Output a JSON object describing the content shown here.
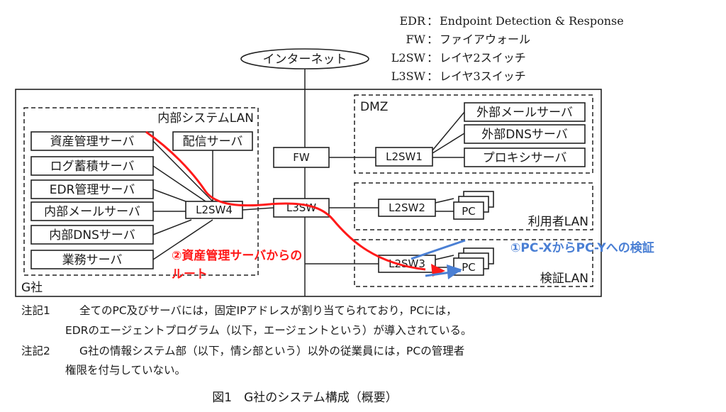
{
  "legend": [
    {
      "abbr": "EDR",
      "sep": "：",
      "desc": "Endpoint Detection & Response"
    },
    {
      "abbr": "FW",
      "sep": "：",
      "desc": "ファイアウォール"
    },
    {
      "abbr": "L2SW",
      "sep": "：",
      "desc": "レイヤ2スイッチ"
    },
    {
      "abbr": "L3SW",
      "sep": "：",
      "desc": "レイヤ3スイッチ"
    }
  ],
  "internet": "インターネット",
  "company": "G社",
  "internal_lan": {
    "label": "内部システムLAN",
    "servers": [
      "資産管理サーバ",
      "ログ蓄積サーバ",
      "EDR管理サーバ",
      "内部メールサーバ",
      "内部DNSサーバ",
      "業務サーバ"
    ],
    "delivery_server": "配信サーバ",
    "switch": "L2SW4"
  },
  "dmz": {
    "label": "DMZ",
    "switch": "L2SW1",
    "servers": [
      "外部メールサーバ",
      "外部DNSサーバ",
      "プロキシサーバ"
    ]
  },
  "core": {
    "fw": "FW",
    "l3sw": "L3SW"
  },
  "user_lan": {
    "label": "利用者LAN",
    "switch": "L2SW2",
    "pc": "PC"
  },
  "verify_lan": {
    "label": "検証LAN",
    "switch": "L2SW3",
    "pc": "PC"
  },
  "annotations": {
    "red_line1": "②資産管理サーバからの",
    "red_line2": "ルート",
    "blue": "①PC-XからPC-Yへの検証"
  },
  "notes": [
    {
      "label": "注記1",
      "lines": [
        "全てのPC及びサーバには，固定IPアドレスが割り当てられており，PCには，",
        "EDRのエージェントプログラム（以下，エージェントという）が導入されている。"
      ]
    },
    {
      "label": "注記2",
      "lines": [
        "G社の情報システム部（以下，情シ部という）以外の従業員には，PCの管理者",
        "権限を付与していない。"
      ]
    }
  ],
  "caption": "図1　G社のシステム構成（概要）",
  "colors": {
    "red_route": "#ff1a1a",
    "blue_route": "#4a7fd4"
  }
}
